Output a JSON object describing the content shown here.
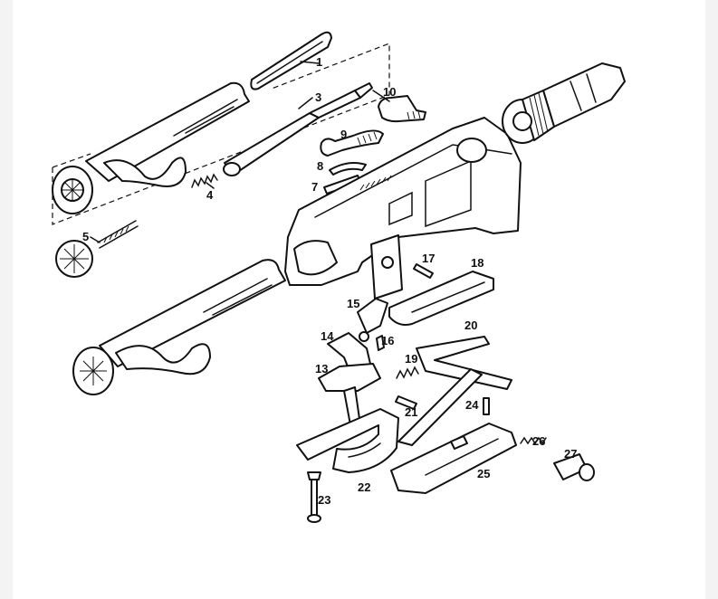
{
  "diagram": {
    "callouts": [
      {
        "id": "1",
        "label": "1"
      },
      {
        "id": "3",
        "label": "3"
      },
      {
        "id": "4",
        "label": "4"
      },
      {
        "id": "5",
        "label": "5"
      },
      {
        "id": "7",
        "label": "7"
      },
      {
        "id": "8",
        "label": "8"
      },
      {
        "id": "9",
        "label": "9"
      },
      {
        "id": "10",
        "label": "10"
      },
      {
        "id": "13",
        "label": "13"
      },
      {
        "id": "14",
        "label": "14"
      },
      {
        "id": "15",
        "label": "15"
      },
      {
        "id": "16",
        "label": "16"
      },
      {
        "id": "17",
        "label": "17"
      },
      {
        "id": "18",
        "label": "18"
      },
      {
        "id": "19",
        "label": "19"
      },
      {
        "id": "20",
        "label": "20"
      },
      {
        "id": "21",
        "label": "21"
      },
      {
        "id": "22",
        "label": "22"
      },
      {
        "id": "23",
        "label": "23"
      },
      {
        "id": "24",
        "label": "24"
      },
      {
        "id": "25",
        "label": "25"
      },
      {
        "id": "26",
        "label": "26"
      },
      {
        "id": "27",
        "label": "27"
      }
    ]
  }
}
